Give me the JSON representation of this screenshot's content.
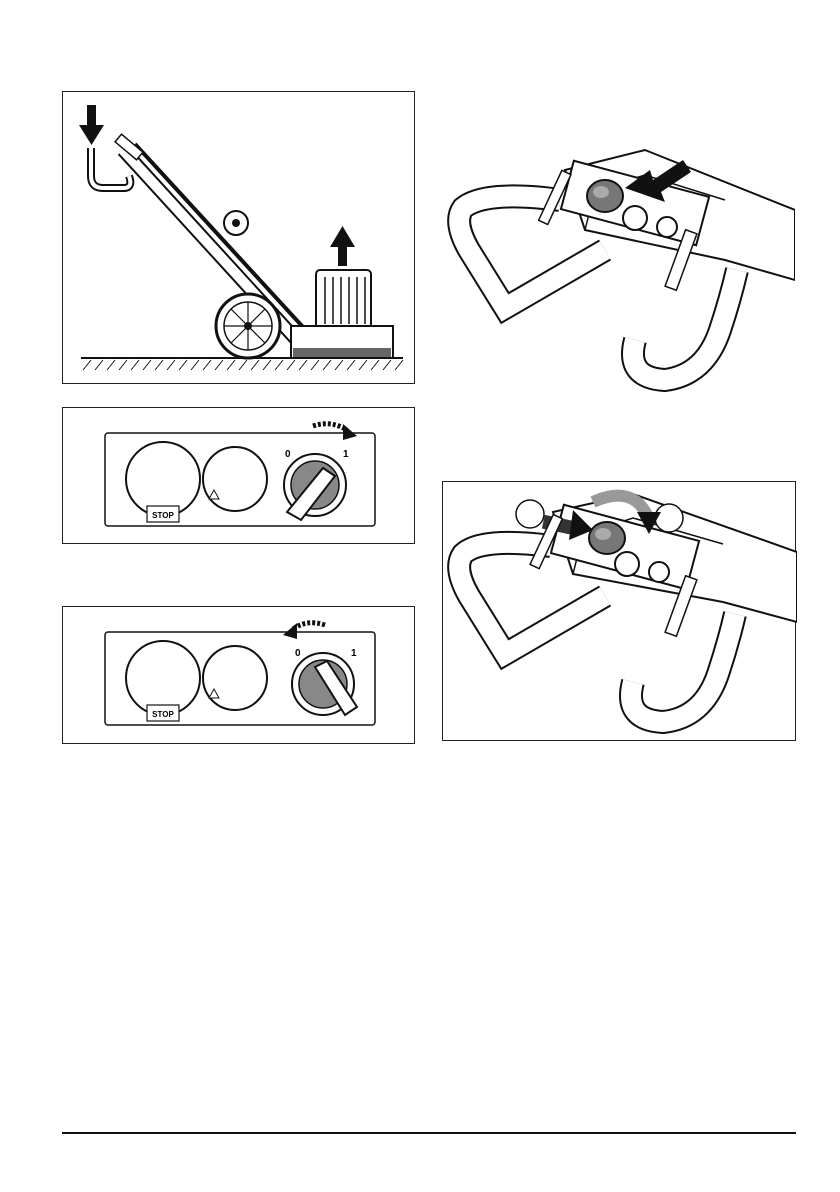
{
  "figures": {
    "machine_side_view": {},
    "switch_panel_on": {
      "stop_label": "STOP",
      "pos0": "0",
      "pos1": "1"
    },
    "switch_panel_off": {
      "stop_label": "STOP",
      "pos0": "0",
      "pos1": "1"
    },
    "handle_button_press": {},
    "handle_button_reset": {}
  },
  "footer": {
    "text": ""
  }
}
